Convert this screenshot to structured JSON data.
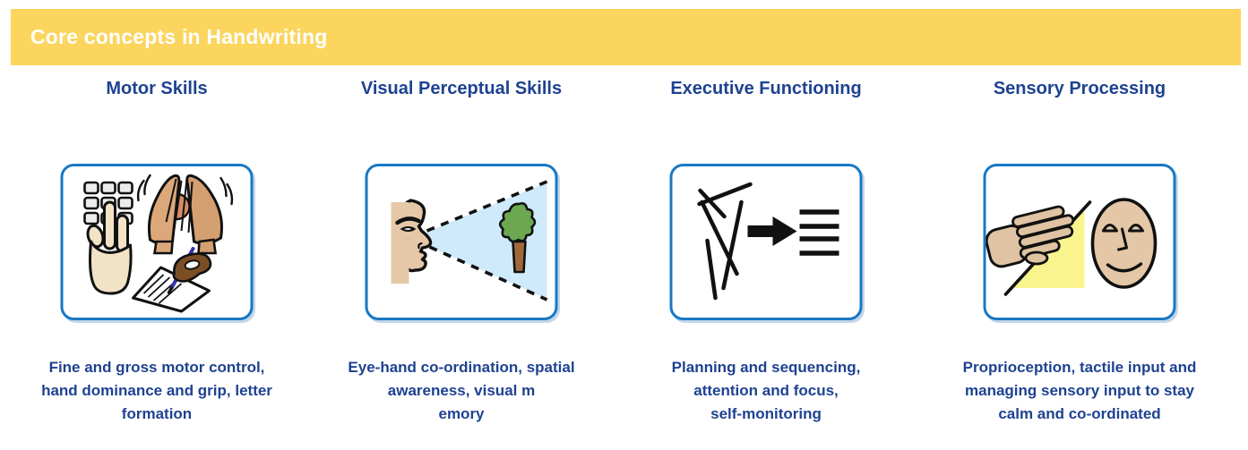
{
  "banner": {
    "title": "Core concepts in Handwriting"
  },
  "colors": {
    "banner-yellow": "#FBD55E",
    "heading-blue": "#1E4291",
    "card-border-blue": "#1878C4"
  },
  "columns": [
    {
      "title": "Motor Skills",
      "icon": "keypad-hand-clapping-hands-writing-hand",
      "description": "Fine and gross motor control,\nhand dominance and grip, letter\nformation"
    },
    {
      "title": "Visual Perceptual Skills",
      "icon": "face-profile-vision-cone-tree",
      "description": "Eye-hand co-ordination, spatial\nawareness, visual m\nemory"
    },
    {
      "title": "Executive Functioning",
      "icon": "messy-lines-arrow-ordered-lines",
      "description": "Planning and sequencing,\nattention and focus,\nself-monitoring"
    },
    {
      "title": "Sensory Processing",
      "icon": "touch-hand-calm-face",
      "description": "Proprioception, tactile input and\nmanaging sensory input to stay\ncalm and co-ordinated"
    }
  ]
}
